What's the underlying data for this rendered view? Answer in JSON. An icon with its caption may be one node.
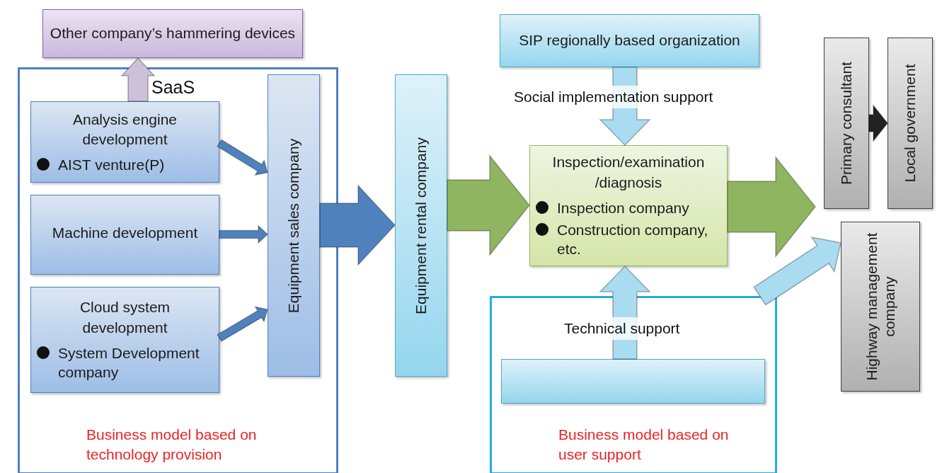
{
  "diagram": {
    "nodes": [
      {
        "text": [
          "Other company’s hammering devices"
        ]
      },
      {
        "text": [
          "Business model based on technology provision"
        ]
      },
      {
        "text": [
          "Analysis engine development",
          "AIST venture(P)"
        ],
        "in": 1
      },
      {
        "text": [
          "Machine development"
        ],
        "in": 1
      },
      {
        "text": [
          "Cloud system development",
          "System Development company"
        ],
        "in": 1
      },
      {
        "text": [
          "Equipment sales company"
        ],
        "in": 1
      },
      {
        "text": [
          "Equipment rental company"
        ]
      },
      {
        "text": [
          "SIP regionally based organization"
        ]
      },
      {
        "text": [
          "Inspection/examination /diagnosis",
          "Inspection company",
          "Construction company, etc."
        ]
      },
      {
        "text": [
          "Business model based on user support"
        ]
      },
      {
        "text": [],
        "shape": "box",
        "in": 9
      },
      {
        "text": [
          "Primary consultant"
        ]
      },
      {
        "text": [
          "Local government"
        ]
      },
      {
        "text": [
          "Highway management company"
        ]
      }
    ],
    "edges": [
      {
        "from": 2,
        "to": 0,
        "arrow": "to",
        "label": "SaaS",
        "color": "#ccc0da"
      },
      {
        "from": 2,
        "to": 5,
        "arrow": "to"
      },
      {
        "from": 3,
        "to": 5,
        "arrow": "to"
      },
      {
        "from": 4,
        "to": 5,
        "arrow": "to"
      },
      {
        "from": 5,
        "to": 6,
        "arrow": "to"
      },
      {
        "from": 6,
        "to": 8,
        "arrow": "to",
        "color": "#8fb560"
      },
      {
        "from": 7,
        "to": 8,
        "arrow": "to",
        "label": "Social implementation support",
        "color": "#a9dcf0"
      },
      {
        "from": 10,
        "to": 8,
        "arrow": "to",
        "label": "Technical support",
        "color": "#a9dcf0"
      },
      {
        "from": 8,
        "to": null,
        "arrow": "to",
        "color": "#8fb560"
      },
      {
        "from": 9,
        "to": 13,
        "arrow": "to",
        "color": "#a9dcf0"
      },
      {
        "from": 11,
        "to": 12,
        "arrow": "to",
        "color": "#222222"
      }
    ]
  }
}
